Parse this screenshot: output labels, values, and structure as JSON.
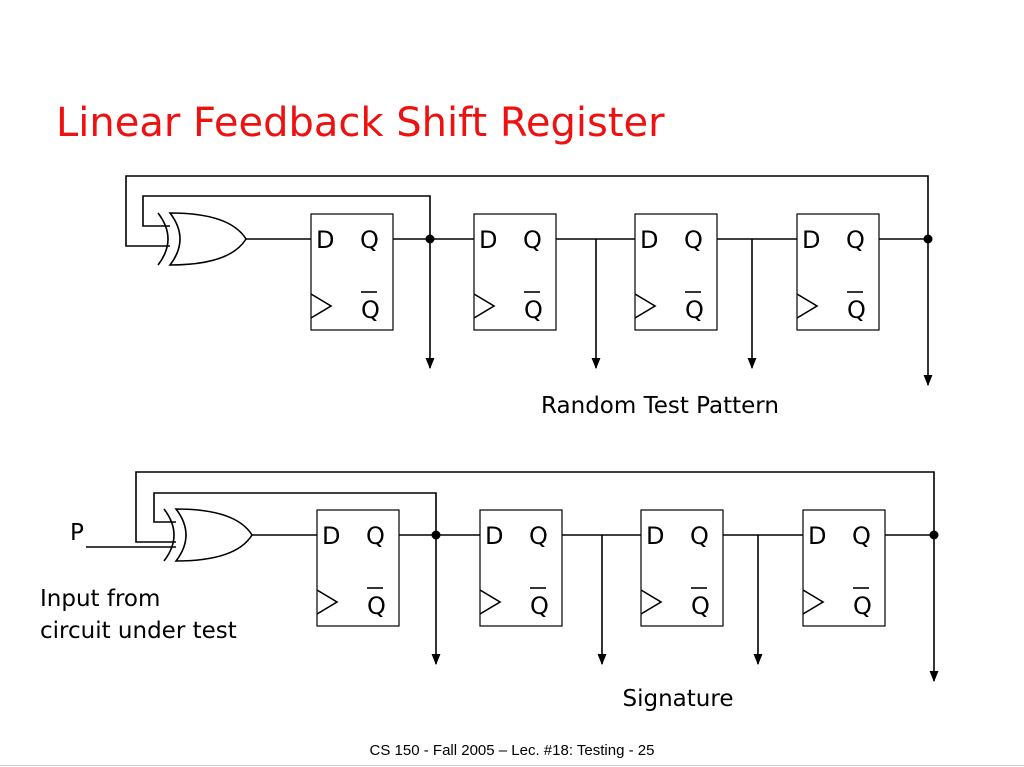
{
  "slide": {
    "title": "Linear Feedback Shift Register",
    "footer": "CS 150 - Fall  2005 – Lec. #18: Testing - 25"
  },
  "flipflop": {
    "d_label": "D",
    "q_label": "Q",
    "qbar_label": "Q"
  },
  "diagrams": [
    {
      "id": "generator",
      "caption": "Random Test Pattern",
      "input_label": "",
      "input_note": []
    },
    {
      "id": "signature-analyzer",
      "caption": "Signature",
      "input_label": "P",
      "input_note": [
        "Input from",
        "circuit under test"
      ]
    }
  ]
}
